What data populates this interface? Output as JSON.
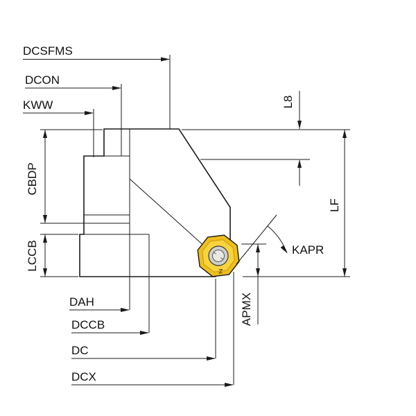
{
  "drawing": {
    "title": "milling-cutter-dimension-diagram",
    "labels": {
      "dcsfms": "DCSFMS",
      "dcon": "DCON",
      "kww": "KWW",
      "l8": "L8",
      "cbdp": "CBDP",
      "lf": "LF",
      "kapr": "KAPR",
      "lccb": "LCCB",
      "dah": "DAH",
      "dccb": "DCCB",
      "apmx": "APMX",
      "dc": "DC",
      "dcx": "DCX"
    }
  },
  "colors": {
    "background": "#ffffff",
    "line": "#1a1a1a",
    "body_fill": "#b9bcc3",
    "insert_fill": "#eebf1c",
    "insert_inner_fill": "#f8d33c",
    "insert_inner_stroke": "#c79a12",
    "screw_outer_fill": "#cfd0cc",
    "screw_inner_fill": "#e8e8e4"
  }
}
